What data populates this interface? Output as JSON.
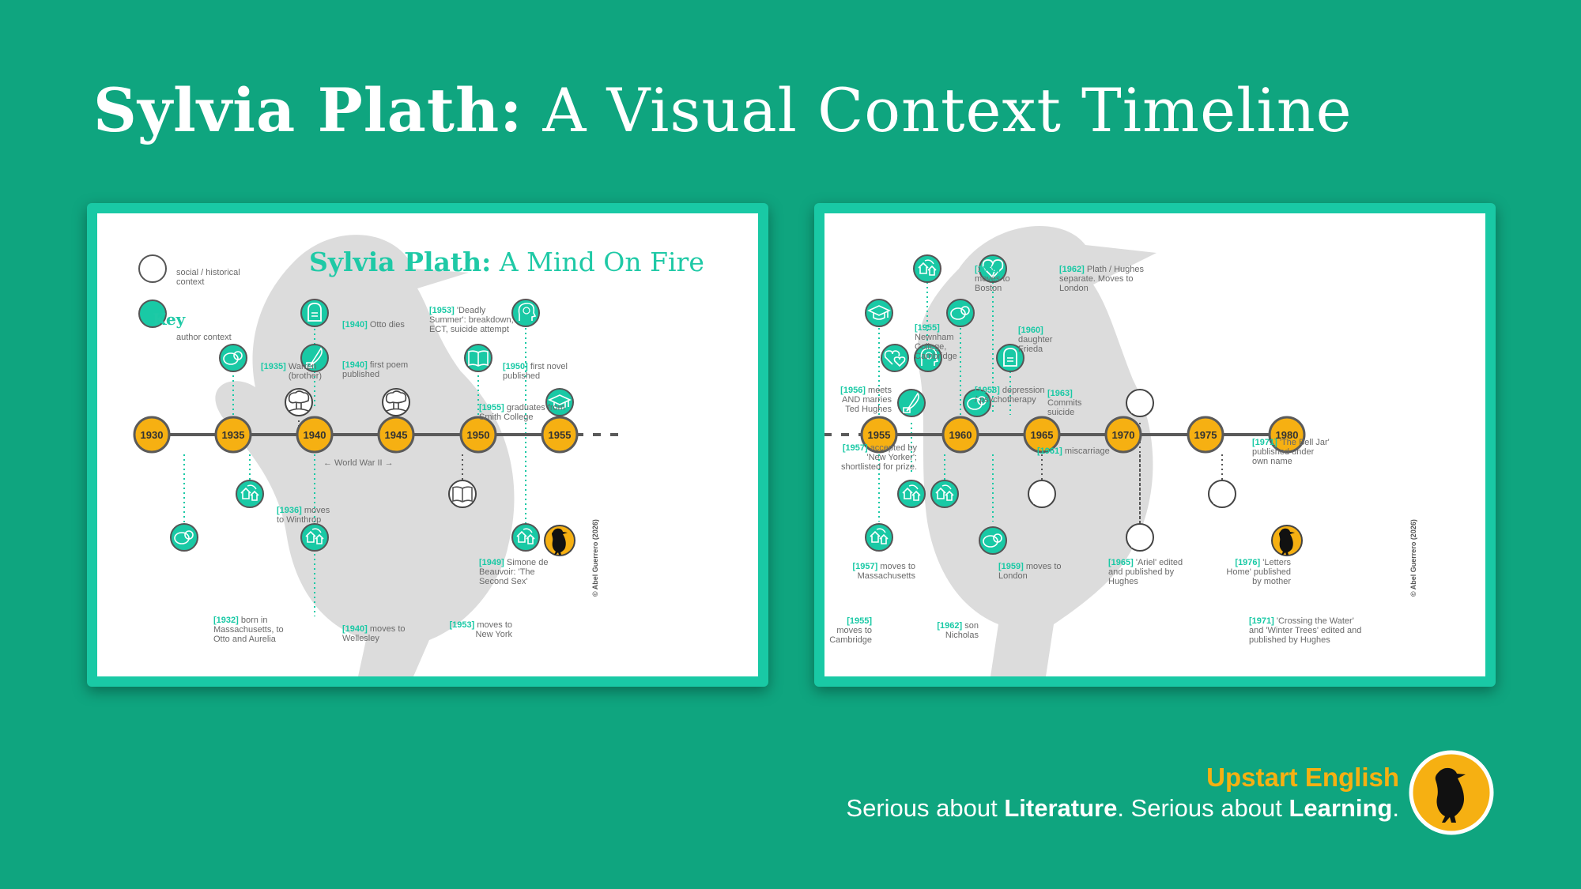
{
  "page": {
    "title_bold": "Sylvia Plath:",
    "title_rest": " A Visual Context Timeline"
  },
  "colors": {
    "background": "#0fa57f",
    "teal": "#19c9a5",
    "gold": "#f6b012",
    "axis": "#5a5a5a"
  },
  "left_panel": {
    "title_bold": "Sylvia Plath:",
    "title_rest": " A Mind On Fire",
    "key": {
      "title": "Key",
      "social_label": "social / historical context",
      "author_label": "author context"
    },
    "years": [
      "1930",
      "1935",
      "1940",
      "1945",
      "1950",
      "1955"
    ],
    "war_label": "← World War II →",
    "copyright": "© Abel Guerrero (2026)",
    "events": [
      {
        "id": "warren",
        "year": "[1935]",
        "text": "Warren (brother)",
        "icon": "baby-icon"
      },
      {
        "id": "otto-dies",
        "year": "[1940]",
        "text": "Otto dies",
        "icon": "gravestone-icon"
      },
      {
        "id": "first-poem",
        "year": "[1940]",
        "text": "first poem published",
        "icon": "quill-icon"
      },
      {
        "id": "deadly-summer",
        "year": "[1953]",
        "text": "'Deadly Summer': breakdown, ECT, suicide attempt",
        "icon": "head-icon"
      },
      {
        "id": "first-novel",
        "year": "[1950]",
        "text": "first novel published",
        "icon": "book-icon"
      },
      {
        "id": "smith-grad",
        "year": "[1955]",
        "text": "graduates from Smith College",
        "icon": "graduation-cap-icon"
      },
      {
        "id": "winthrop",
        "year": "[1936]",
        "text": "moves to Winthrop",
        "icon": "house-move-icon"
      },
      {
        "id": "born",
        "year": "[1932]",
        "text": "born in Massachusetts, to Otto and Aurelia",
        "icon": "baby-icon"
      },
      {
        "id": "wellesley",
        "year": "[1940]",
        "text": "moves to Wellesley",
        "icon": "house-move-icon"
      },
      {
        "id": "beauvoir",
        "year": "[1949]",
        "text": "Simone de Beauvoir: 'The Second Sex'",
        "icon": "open-book-icon"
      },
      {
        "id": "new-york",
        "year": "[1953]",
        "text": "moves to New York",
        "icon": "house-move-icon"
      }
    ]
  },
  "right_panel": {
    "years": [
      "1955",
      "1960",
      "1965",
      "1970",
      "1975",
      "1980"
    ],
    "copyright": "© Abel Guerrero (2026)",
    "events": [
      {
        "id": "boston",
        "year": "[1958]",
        "text": "moves to Boston",
        "icon": "house-move-icon"
      },
      {
        "id": "separate",
        "year": "[1962]",
        "text": "Plath / Hughes separate. Moves to London",
        "icon": "broken-heart-icon"
      },
      {
        "id": "newnham",
        "year": "[1955]",
        "text": "Newnham College, Cambridge",
        "icon": "graduation-cap-icon"
      },
      {
        "id": "frieda",
        "year": "[1960]",
        "text": "daughter Frieda",
        "icon": "baby-icon"
      },
      {
        "id": "meets-hughes",
        "year": "[1956]",
        "text": "meets AND marries Ted Hughes",
        "icon": "hearts-icon"
      },
      {
        "id": "depression",
        "year": "[1958]",
        "text": "depression / psychotherapy",
        "icon": "head-icon"
      },
      {
        "id": "suicide",
        "year": "[1963]",
        "text": "Commits suicide",
        "icon": "gravestone-icon"
      },
      {
        "id": "new-yorker",
        "year": "[1957]",
        "text": "accepted by 'New Yorker'; shortlisted for prize.",
        "icon": "quill-icon"
      },
      {
        "id": "miscarriage",
        "year": "[1961]",
        "text": "miscarriage",
        "icon": "baby-icon"
      },
      {
        "id": "bell-jar",
        "year": "[1971]",
        "text": "'The Bell Jar' published under own name",
        "icon": "quill-icon"
      },
      {
        "id": "mass",
        "year": "[1957]",
        "text": "moves to Massachusetts",
        "icon": "house-move-icon"
      },
      {
        "id": "london",
        "year": "[1959]",
        "text": "moves to London",
        "icon": "house-move-icon"
      },
      {
        "id": "ariel",
        "year": "[1965]",
        "text": "'Ariel' edited and published by Hughes",
        "icon": "quill-icon"
      },
      {
        "id": "letters",
        "year": "[1976]",
        "text": "'Letters Home' published by mother",
        "icon": "quill-icon"
      },
      {
        "id": "cambridge",
        "year": "[1955]",
        "text": "moves to Cambridge",
        "icon": "house-move-icon"
      },
      {
        "id": "nicholas",
        "year": "[1962]",
        "text": "son Nicholas",
        "icon": "baby-icon"
      },
      {
        "id": "crossing",
        "year": "[1971]",
        "text": "'Crossing the Water' and 'Winter Trees' edited and published by Hughes",
        "icon": "quill-icon"
      }
    ]
  },
  "branding": {
    "name": "Upstart English",
    "tag_1": "Serious about ",
    "tag_2": "Literature",
    "tag_3": ". Serious about ",
    "tag_4": "Learning",
    "tag_5": "."
  }
}
